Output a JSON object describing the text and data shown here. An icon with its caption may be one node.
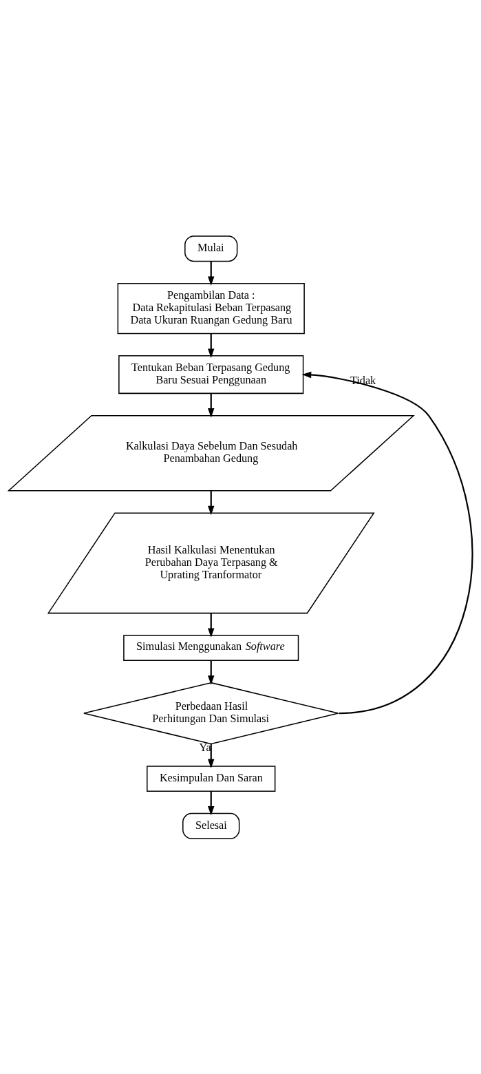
{
  "diagram": {
    "nodes": [
      {
        "text": [
          "Mulai"
        ]
      },
      {
        "text": [
          "Pengambilan Data :",
          "Data Rekapitulasi Beban Terpasang",
          "Data Ukuran Ruangan Gedung Baru"
        ]
      },
      {
        "text": [
          "Tentukan Beban Terpasang Gedung Baru Sesuai Penggunaan"
        ]
      },
      {
        "text": [
          "Kalkulasi Daya Sebelum Dan Sesudah Penambahan Gedung"
        ]
      },
      {
        "text": [
          "Hasil Kalkulasi Menentukan Perubahan Daya Terpasang & Uprating Tranformator"
        ]
      },
      {
        "text": [
          "Simulasi Menggunakan *Software*"
        ]
      },
      {
        "text": [
          "Perbedaan Hasil Perhitungan Dan Simulasi"
        ]
      },
      {
        "text": [
          "Kesimpulan Dan Saran"
        ]
      },
      {
        "text": [
          "Selesai"
        ]
      }
    ],
    "edges": [
      {
        "from": 0,
        "to": 1,
        "arrow": "to"
      },
      {
        "from": 1,
        "to": 2,
        "arrow": "to"
      },
      {
        "from": 2,
        "to": 3,
        "arrow": "to"
      },
      {
        "from": 3,
        "to": 4,
        "arrow": "to"
      },
      {
        "from": 4,
        "to": 5,
        "arrow": "to"
      },
      {
        "from": 5,
        "to": 6,
        "arrow": "to"
      },
      {
        "from": 6,
        "to": 7,
        "label": "Ya",
        "arrow": "to"
      },
      {
        "from": 6,
        "to": 2,
        "label": "Tidak",
        "arrow": "to"
      },
      {
        "from": 7,
        "to": 8,
        "arrow": "to"
      }
    ]
  }
}
